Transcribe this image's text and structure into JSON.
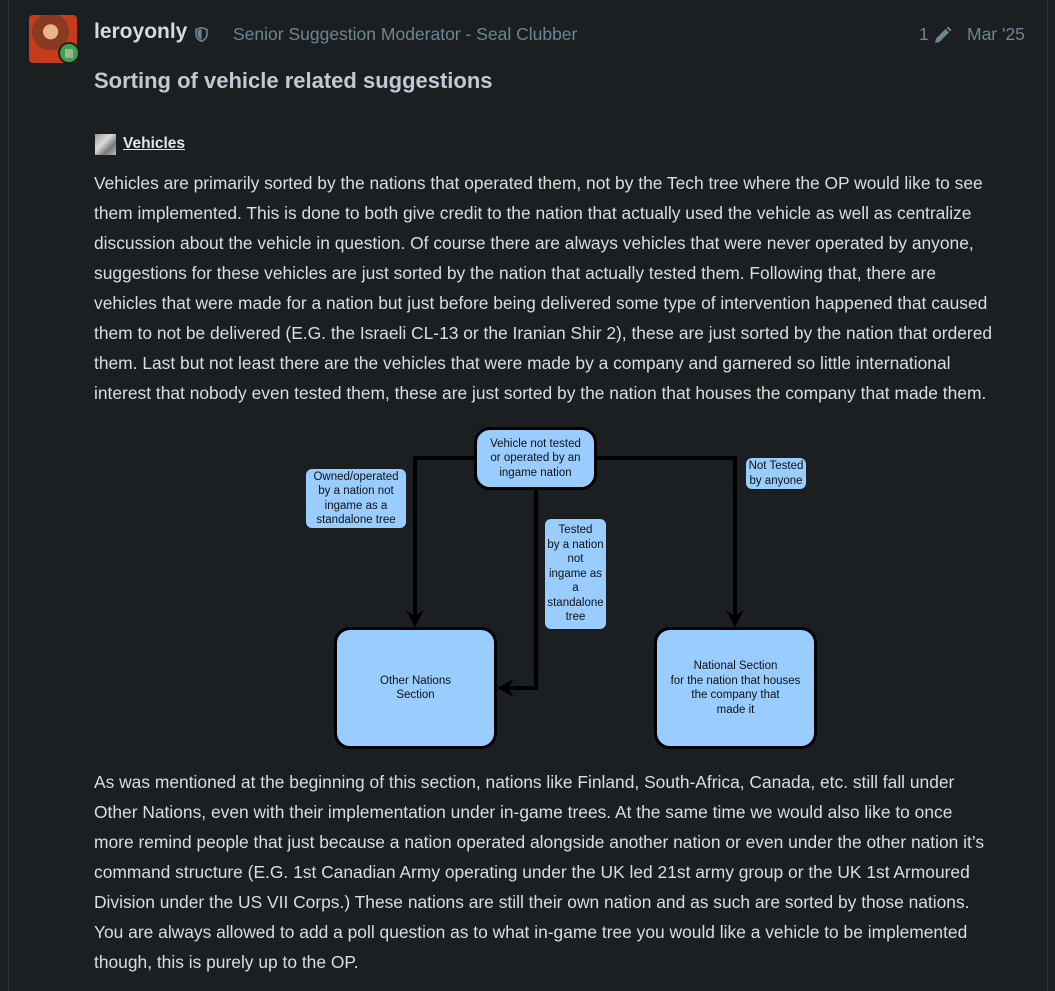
{
  "post": {
    "username": "leroyonly",
    "user_title": "Senior Suggestion Moderator - Seal Clubber",
    "edit_count": "1",
    "date": "Mar '25",
    "title": "Sorting of vehicle related suggestions",
    "section_link": "Vehicles",
    "paragraph1": [
      "Vehicles are primarily sorted by the nations that operated them, not by the Tech tree where the OP would like to see",
      "them implemented. This is done to both give credit to the nation that actually used the vehicle as well as centralize",
      "discussion about the vehicle in question. Of course there are always vehicles that were never operated by anyone,",
      "suggestions for these vehicles are just sorted by the nation that actually tested them. Following that, there are",
      "vehicles that were made for a nation but just before being delivered some type of intervention happened that caused",
      "them to not be delivered (E.G. the Israeli CL-13 or the Iranian Shir 2), these are just sorted by the nation that ordered",
      "them. Last but not least there are the vehicles that were made by a company and garnered so little international",
      "interest that nobody even tested them, these are just sorted by the nation that houses the company that made them."
    ],
    "paragraph2": [
      "As was mentioned at the beginning of this section, nations like Finland, South-Africa, Canada, etc. still fall under",
      "Other Nations, even with their implementation under in-game trees. At the same time we would also like to once",
      "more remind people that just because a nation operated alongside another nation or even under the other nation it’s",
      "command structure (E.G. 1st Canadian Army operating under the UK led 21st army group or the UK 1st Armoured",
      "Division under the US VII Corps.) These nations are still their own nation and as such are sorted by those nations.",
      "You are always allowed to add a poll question as to what in-game tree you would like a vehicle to be implemented",
      "though, this is purely up to the OP."
    ]
  },
  "diagram": {
    "start": "Vehicle not tested\nor operated by an\ningame nation",
    "label_left": "Owned/operated\nby a nation not\ningame as a\nstandalone tree",
    "label_middle": "Tested\nby a nation\nnot\ningame as\na\nstandalone\ntree",
    "label_right": "Not Tested\nby anyone",
    "node_other": "Other Nations\nSection",
    "node_national": "National Section\nfor the nation that houses\nthe company that\nmade it",
    "colors": {
      "box": "#99ccff",
      "line": "#000000"
    }
  }
}
